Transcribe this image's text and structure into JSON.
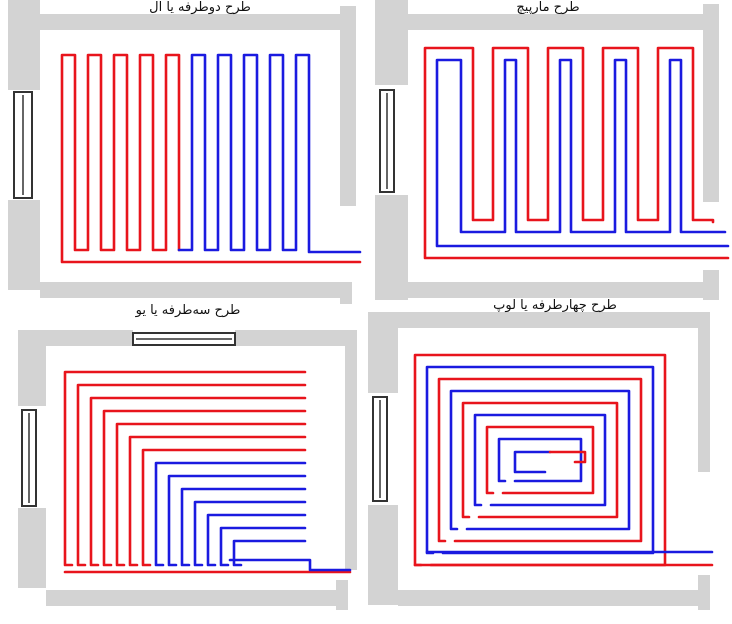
{
  "panels": [
    {
      "title": "طرح دوطرفه یا ال"
    },
    {
      "title": "طرح مارپیچ"
    },
    {
      "title": "طرح سه‌طرفه یا یو"
    },
    {
      "title": "طرح چهارطرفه یا لوپ"
    }
  ],
  "colors": {
    "supply": "#e8141c",
    "return": "#1a1ae0",
    "wall": "#d3d3d3",
    "window": "#333333"
  }
}
